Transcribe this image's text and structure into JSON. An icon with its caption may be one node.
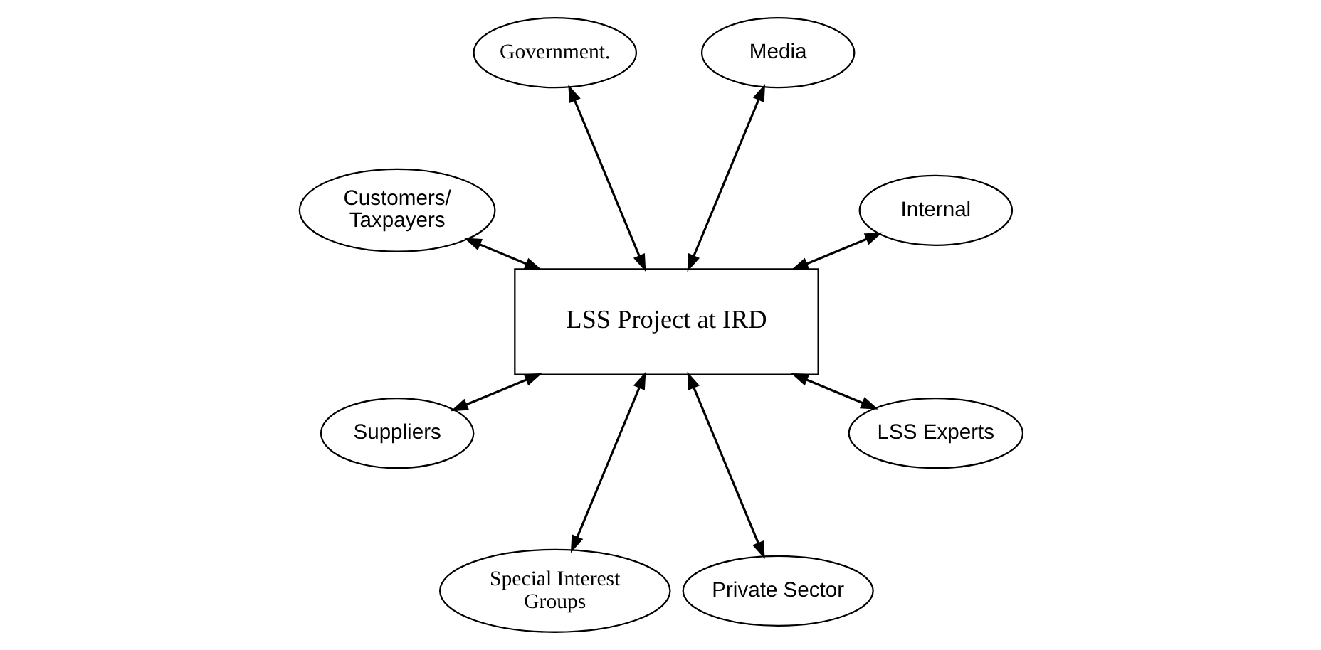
{
  "diagram": {
    "nodes": [
      {
        "text": [
          "LSS Project at IRD"
        ]
      },
      {
        "text": [
          "Internal"
        ]
      },
      {
        "text": [
          "Media"
        ]
      },
      {
        "text": [
          "Government."
        ]
      },
      {
        "text": [
          "Customers/ Taxpayers"
        ]
      },
      {
        "text": [
          "Suppliers"
        ]
      },
      {
        "text": [
          "Special Interest Groups"
        ]
      },
      {
        "text": [
          "Private Sector"
        ]
      },
      {
        "text": [
          "LSS Experts"
        ]
      }
    ],
    "edges": [
      {
        "from": 0,
        "to": 1,
        "arrow": "both"
      },
      {
        "from": 0,
        "to": 3,
        "arrow": "both"
      },
      {
        "from": 0,
        "to": 5,
        "arrow": "both"
      },
      {
        "from": 0,
        "to": 8,
        "arrow": "both"
      },
      {
        "from": 0,
        "to": 7,
        "arrow": "both"
      },
      {
        "from": 0,
        "to": 6,
        "arrow": "both"
      },
      {
        "from": 0,
        "to": 4,
        "arrow": "both"
      },
      {
        "from": 0,
        "to": 2,
        "arrow": "both"
      }
    ]
  }
}
